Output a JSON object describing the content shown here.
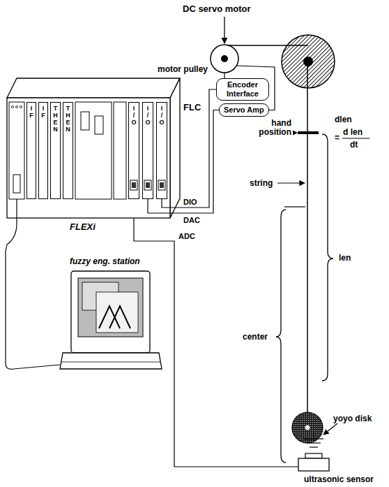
{
  "diagram": {
    "nodes": [
      {
        "text": [
          "Encoder Interface"
        ]
      },
      {
        "text": [
          "Servo Amp"
        ]
      },
      {
        "text": [
          "IF"
        ]
      },
      {
        "text": [
          "IF"
        ]
      },
      {
        "text": [
          "THEN"
        ]
      },
      {
        "text": [
          "THEN"
        ]
      },
      {
        "text": [
          "I/O"
        ]
      },
      {
        "text": [
          "I/O"
        ]
      },
      {
        "text": [
          "I/O"
        ]
      }
    ],
    "edges": [
      {
        "from": 7,
        "to": 1,
        "arrow": "none",
        "label": "DAC"
      },
      {
        "from": 8,
        "to": 0,
        "arrow": "none",
        "label": "DIO"
      }
    ],
    "labels": [
      "DC servo motor",
      "motor pulley",
      "FLC",
      "dlen",
      "=",
      "d len",
      "dt",
      "hand position",
      "string",
      "len",
      "ADC",
      "fuzzy eng. station",
      "FLEXi",
      "center",
      "yoyo disk",
      "ultrasonic sensor"
    ]
  }
}
